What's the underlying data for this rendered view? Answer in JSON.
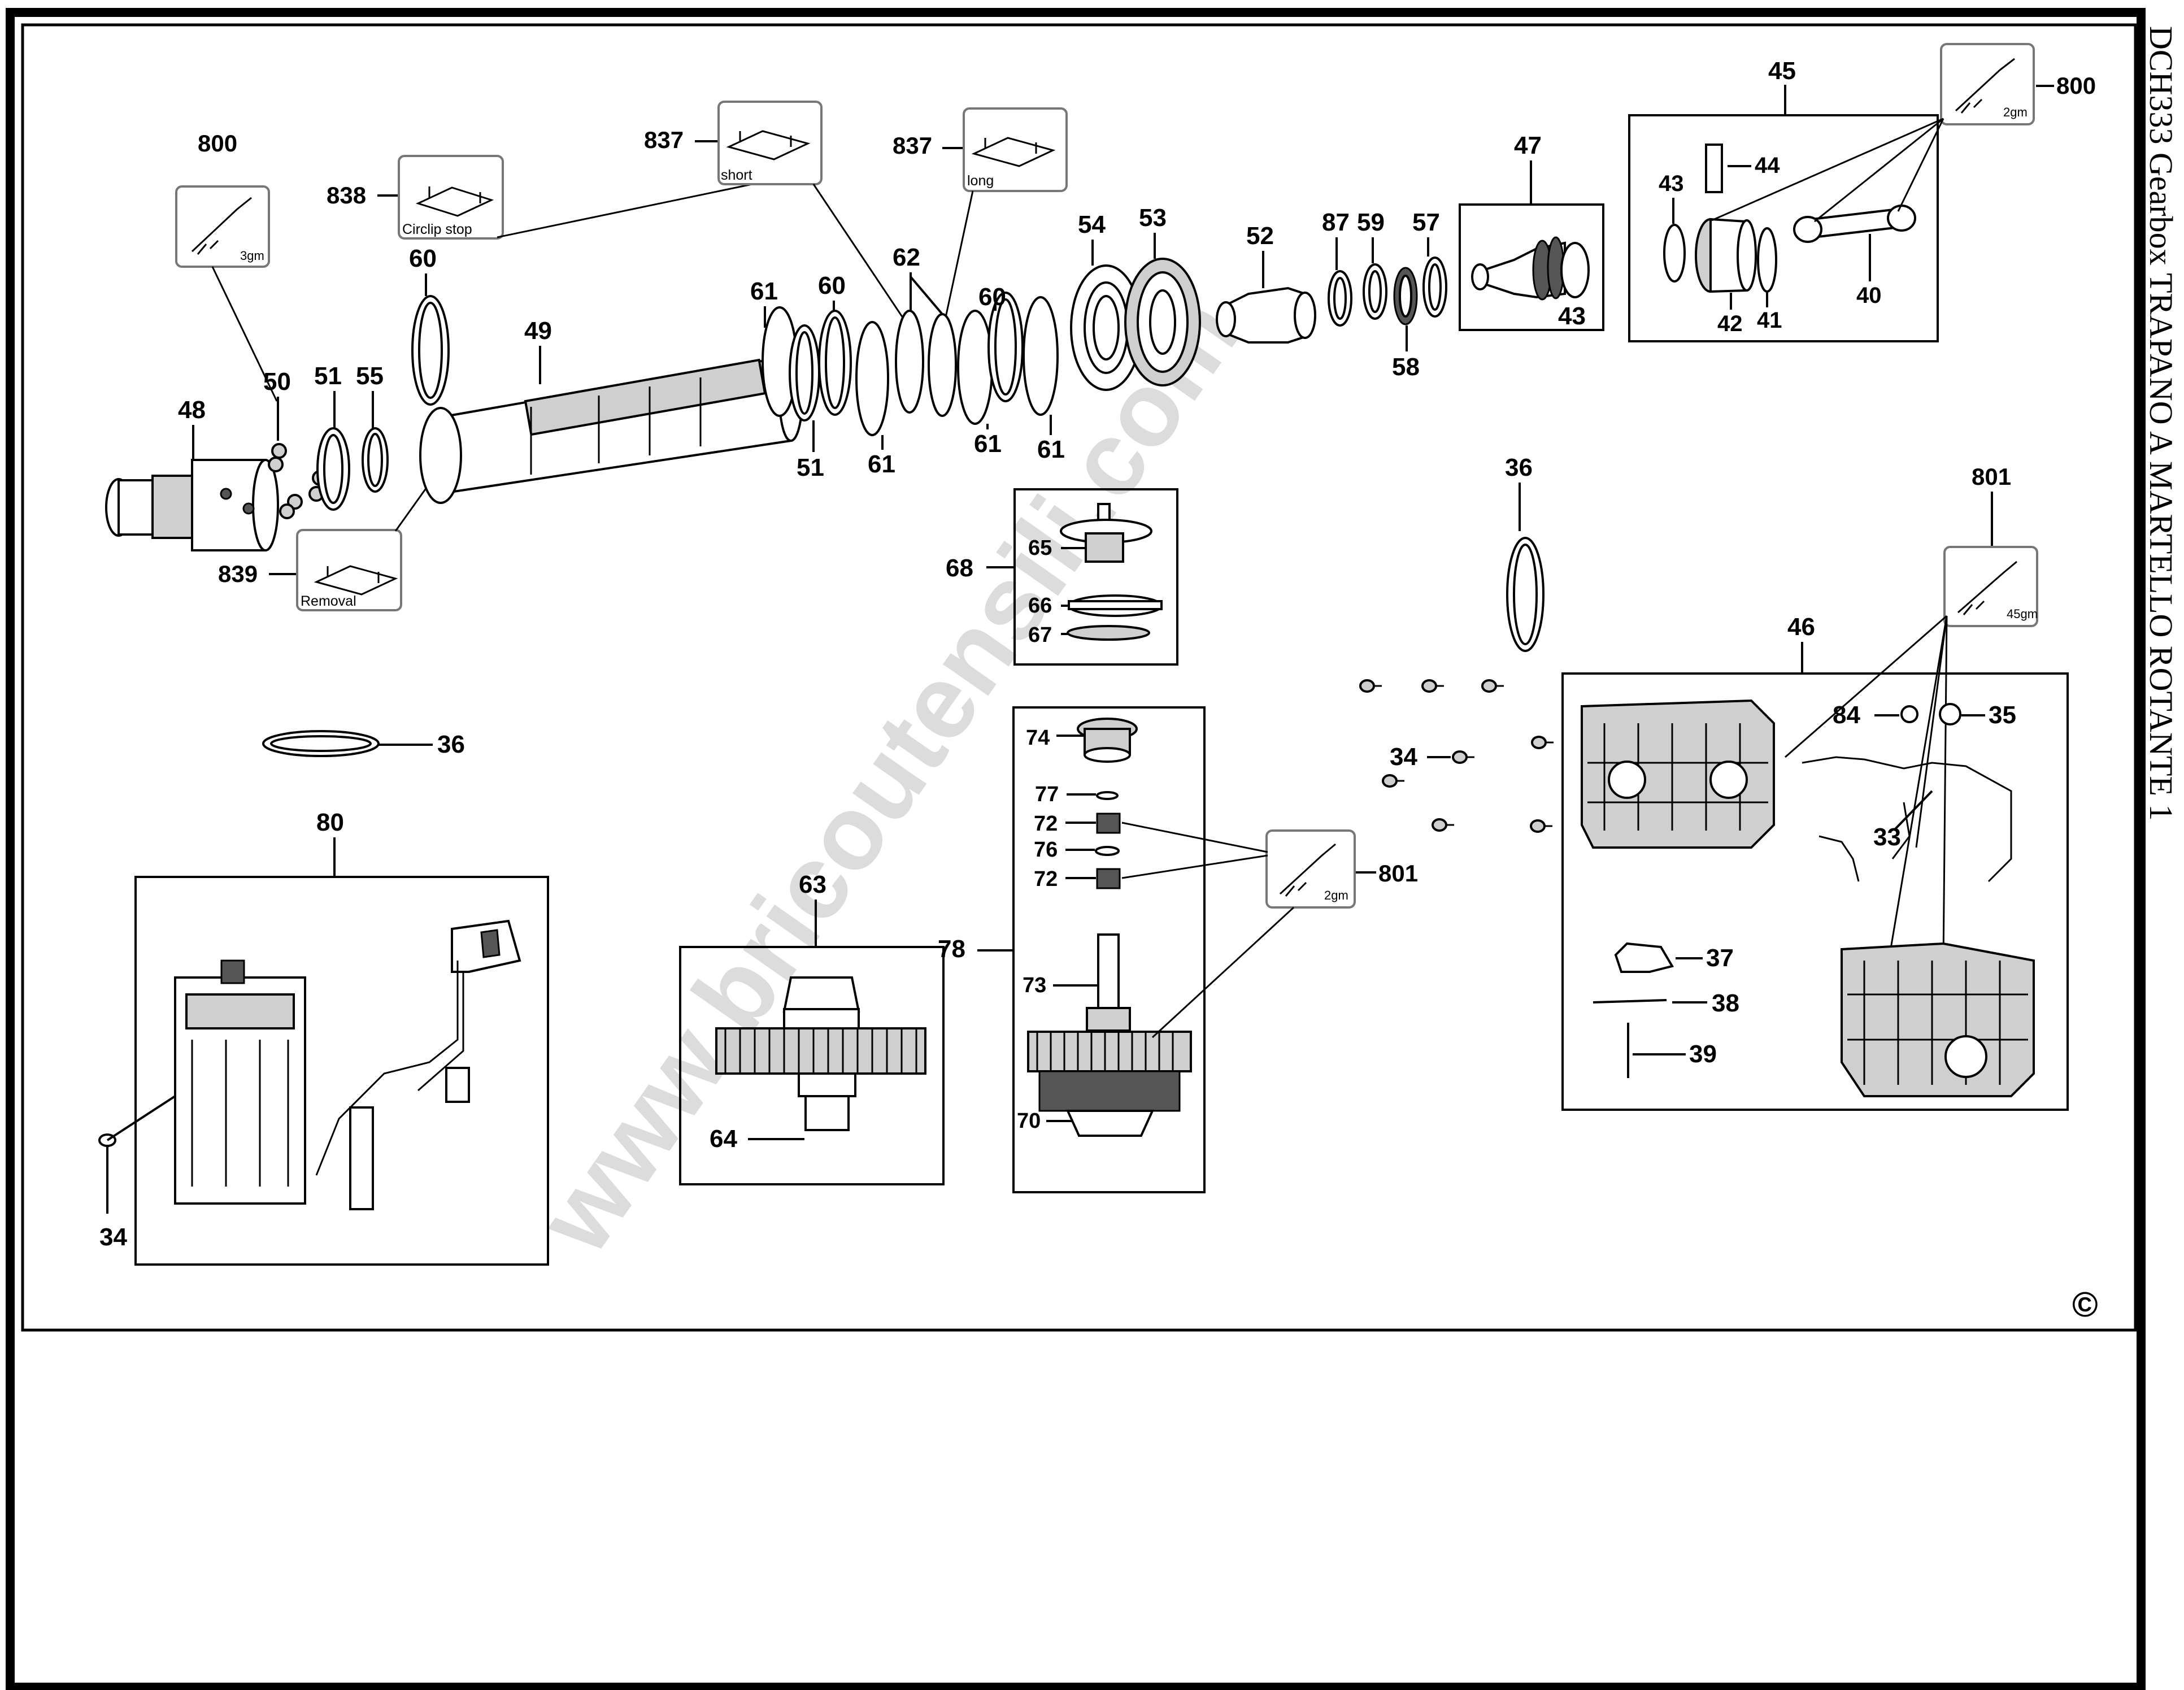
{
  "side_title": "DCH333  Gearbox  TRAPANO A MARTELLO ROTANTE 1",
  "watermark": "www.bricoutensili.com",
  "copyright_symbol": "©",
  "callouts": {
    "c800_left": {
      "number": "800",
      "tag": "3gm"
    },
    "c800_right": {
      "number": "800",
      "tag": "2gm"
    },
    "c801_right": {
      "number": "801",
      "tag": "45gm"
    },
    "c801_mid": {
      "number": "801",
      "tag": "2gm"
    },
    "c838": {
      "number": "838",
      "tag": "Circlip stop"
    },
    "c837_short": {
      "number": "837",
      "tag": "short"
    },
    "c837_long": {
      "number": "837",
      "tag": "long"
    },
    "c839": {
      "number": "839",
      "tag": "Removal"
    }
  },
  "labels": {
    "p48": "48",
    "p50": "50",
    "p51a": "51",
    "p55": "55",
    "p60a": "60",
    "p49": "49",
    "p61a": "61",
    "p51b": "51",
    "p60b": "60",
    "p61b": "61",
    "p62": "62",
    "p60c": "60",
    "p61c": "61",
    "p61d": "61",
    "p54": "54",
    "p53": "53",
    "p52": "52",
    "p87": "87",
    "p59": "59",
    "p57": "57",
    "p58": "58",
    "p47": "47",
    "p43a": "43",
    "p45": "45",
    "p44": "44",
    "p43b": "43",
    "p42": "42",
    "p41": "41",
    "p40": "40",
    "p36a": "36",
    "p68": "68",
    "p65": "65",
    "p66": "66",
    "p67": "67",
    "p36b": "36",
    "p80": "80",
    "p34a": "34",
    "p63": "63",
    "p64": "64",
    "p78": "78",
    "p74": "74",
    "p77": "77",
    "p72a": "72",
    "p76": "76",
    "p72b": "72",
    "p73": "73",
    "p70": "70",
    "p46": "46",
    "p84": "84",
    "p35": "35",
    "p34b": "34",
    "p33": "33",
    "p37": "37",
    "p38": "38",
    "p39": "39"
  }
}
